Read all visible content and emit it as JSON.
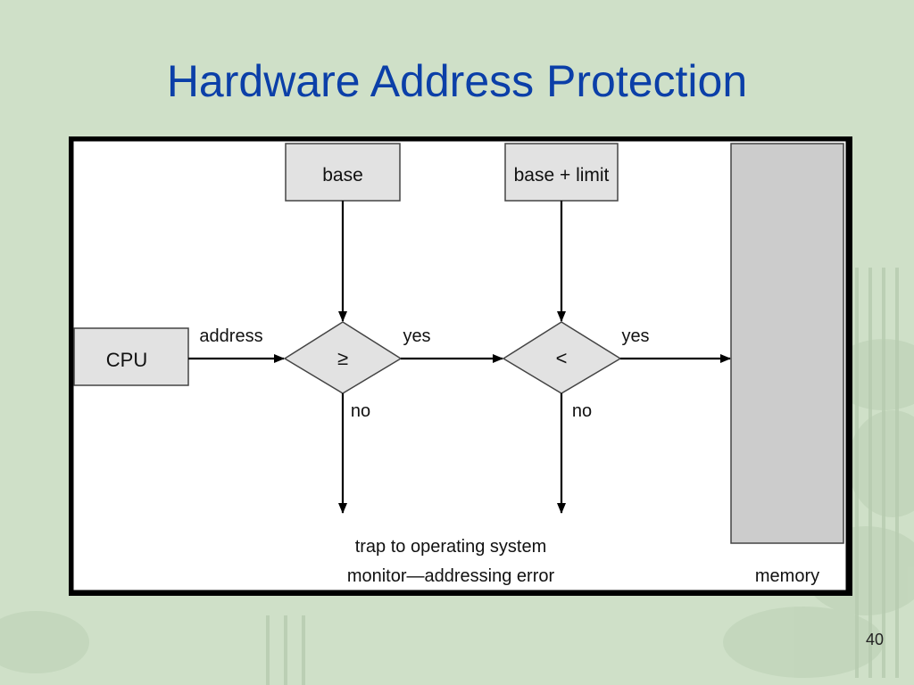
{
  "slide": {
    "title": "Hardware Address Protection",
    "page_number": "40"
  },
  "diagram": {
    "base_label": "base",
    "base_limit_label": "base + limit",
    "cpu_label": "CPU",
    "address_label": "address",
    "compare_ge_symbol": "≥",
    "compare_lt_symbol": "<",
    "yes_label_1": "yes",
    "yes_label_2": "yes",
    "no_label_1": "no",
    "no_label_2": "no",
    "trap_line_1": "trap to operating system",
    "trap_line_2": "monitor—addressing error",
    "memory_label": "memory"
  },
  "colors": {
    "background": "#cfe0c8",
    "title": "#0b3fa8",
    "box_fill": "#e2e2e2",
    "memory_fill": "#cccccc"
  }
}
